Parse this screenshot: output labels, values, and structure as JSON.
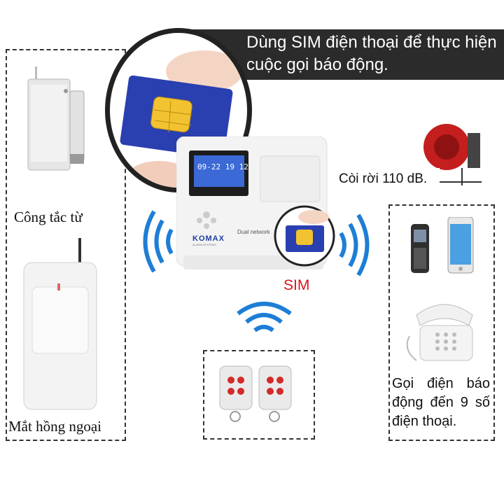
{
  "banner": {
    "text": "Dùng SIM điện thoại để thực hiện cuộc gọi báo động."
  },
  "left": {
    "magnetic_sensor_label": "Công tắc từ",
    "pir_sensor_label": "Mắt hồng ngoại"
  },
  "siren": {
    "label": "Còi rời 110 dB."
  },
  "panel": {
    "brand": "KOMAX",
    "subtitle": "ALARM SYSTEMS",
    "network_text": "Dual network",
    "lcd_time": "09-22 19 12"
  },
  "sim": {
    "label": "SIM"
  },
  "right": {
    "call_label": "Gọi điện báo động đến 9 số điện thoại."
  },
  "colors": {
    "banner_bg": "#2b2b2b",
    "wave_blue": "#1e7ed6",
    "sim_red": "#d9141b",
    "card_blue": "#2a3fb0"
  }
}
